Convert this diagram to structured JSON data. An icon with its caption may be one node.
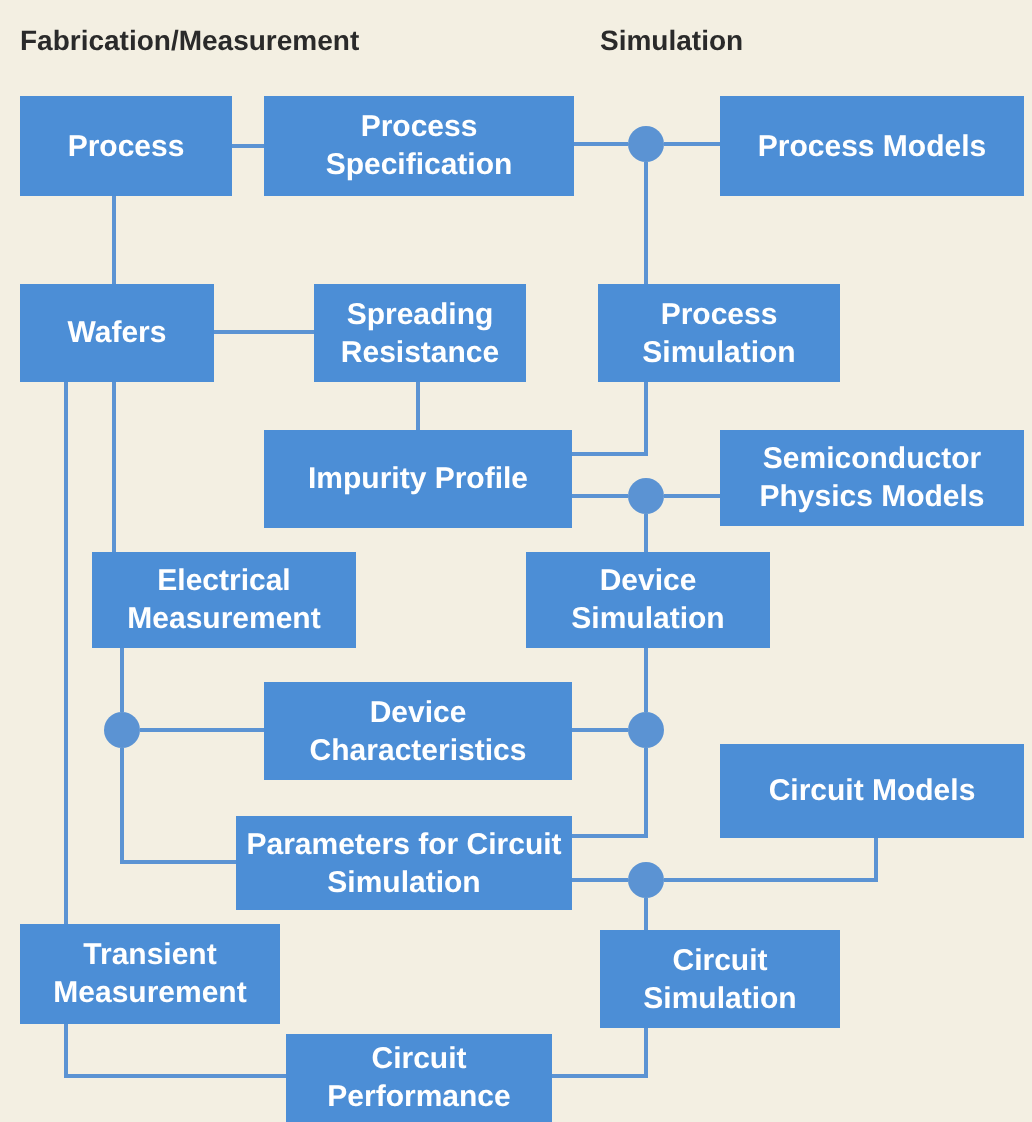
{
  "diagram": {
    "nodes": [
      {
        "text": [
          "Process"
        ]
      },
      {
        "text": [
          "Process Specification"
        ]
      },
      {
        "text": [],
        "shape": "circle"
      },
      {
        "text": [
          "Process Models"
        ]
      },
      {
        "text": [
          "Wafers"
        ]
      },
      {
        "text": [
          "Spreading Resistance"
        ]
      },
      {
        "text": [
          "Process Simulation"
        ]
      },
      {
        "text": [
          "Impurity Profile"
        ]
      },
      {
        "text": [
          "Semiconductor Physics Models"
        ]
      },
      {
        "text": [],
        "shape": "circle"
      },
      {
        "text": [
          "Electrical Measurement"
        ]
      },
      {
        "text": [
          "Device Simulation"
        ]
      },
      {
        "text": [
          "Device Characteristics"
        ]
      },
      {
        "text": [],
        "shape": "circle"
      },
      {
        "text": [],
        "shape": "circle"
      },
      {
        "text": [
          "Circuit Models"
        ]
      },
      {
        "text": [
          "Parameters for Circuit Simulation"
        ]
      },
      {
        "text": [],
        "shape": "circle"
      },
      {
        "text": [
          "Transient Measurement"
        ]
      },
      {
        "text": [
          "Circuit Simulation"
        ]
      },
      {
        "text": [
          "Circuit Performance"
        ]
      }
    ],
    "edges": [
      {
        "from": 0,
        "to": 1,
        "arrow": "none"
      },
      {
        "from": 1,
        "to": 2,
        "arrow": "none"
      },
      {
        "from": 2,
        "to": 3,
        "arrow": "none"
      },
      {
        "from": 2,
        "to": 6,
        "arrow": "none"
      },
      {
        "from": 0,
        "to": 4,
        "arrow": "none"
      },
      {
        "from": 4,
        "to": 5,
        "arrow": "none"
      },
      {
        "from": 5,
        "to": 7,
        "arrow": "none"
      },
      {
        "from": 6,
        "to": 7,
        "arrow": "none"
      },
      {
        "from": 7,
        "to": 9,
        "arrow": "none"
      },
      {
        "from": 9,
        "to": 8,
        "arrow": "none"
      },
      {
        "from": 9,
        "to": 11,
        "arrow": "none"
      },
      {
        "from": 4,
        "to": 10,
        "arrow": "none"
      },
      {
        "from": 10,
        "to": 13,
        "arrow": "none"
      },
      {
        "from": 13,
        "to": 12,
        "arrow": "none"
      },
      {
        "from": 13,
        "to": 16,
        "arrow": "none"
      },
      {
        "from": 11,
        "to": 14,
        "arrow": "none"
      },
      {
        "from": 12,
        "to": 14,
        "arrow": "none"
      },
      {
        "from": 14,
        "to": 16,
        "arrow": "none"
      },
      {
        "from": 16,
        "to": 17,
        "arrow": "none"
      },
      {
        "from": 15,
        "to": 17,
        "arrow": "none"
      },
      {
        "from": 17,
        "to": 19,
        "arrow": "none"
      },
      {
        "from": 4,
        "to": 18,
        "arrow": "none"
      },
      {
        "from": 18,
        "to": 20,
        "arrow": "none"
      },
      {
        "from": 19,
        "to": 20,
        "arrow": "none"
      }
    ],
    "labels": [
      "Fabrication/Measurement",
      "Simulation"
    ]
  }
}
